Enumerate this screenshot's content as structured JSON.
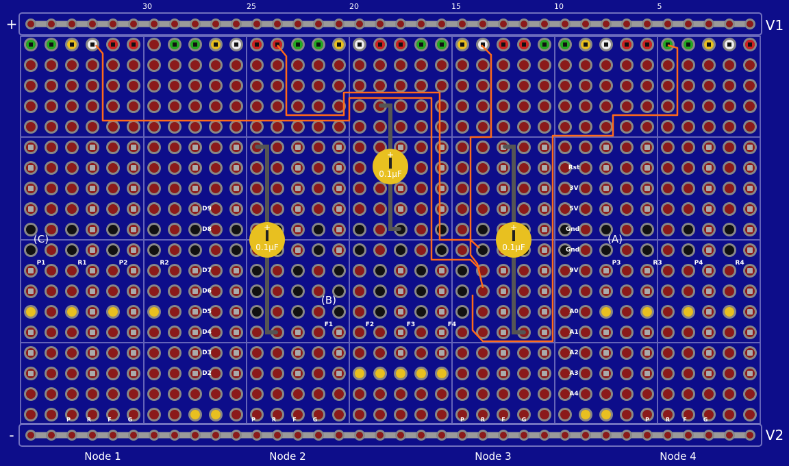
{
  "board": {
    "top_scale": [
      "30",
      "25",
      "20",
      "15",
      "10",
      "5"
    ],
    "rail_left_top": "+",
    "rail_left_bottom": "-",
    "rail_right_top": "V1",
    "rail_right_bottom": "V2",
    "node_labels": [
      "Node 1",
      "Node 2",
      "Node 3",
      "Node 4"
    ],
    "section_labels": [
      "(C)",
      "(B)",
      "(A)"
    ],
    "pin_labels_left": [
      "D9",
      "D8",
      "D7",
      "D6",
      "D5",
      "D4",
      "D3",
      "D2"
    ],
    "pin_labels_right": [
      "Rst",
      "3V",
      "5V",
      "Gnd",
      "Gnd",
      "9V",
      "A0",
      "A1",
      "A2",
      "A3",
      "A4"
    ],
    "pr_labels_c": [
      "P1",
      "R1",
      "P2",
      "R2"
    ],
    "pr_labels_a": [
      "P3",
      "R3",
      "P4",
      "R4"
    ],
    "f_labels": [
      "F1",
      "F2",
      "F3",
      "F4"
    ],
    "bottom_pin_letters": [
      "P",
      "R",
      "F",
      "G"
    ],
    "capacitor_label": "0.1µF",
    "capacitor_polarity": "+"
  },
  "colors": {
    "background": "#0d0d8a",
    "pad": "#8b1a1a",
    "pad_ring": "#888888",
    "trace": "#ff6a1a",
    "rail": "#9a9a9a",
    "jumper": "#555555",
    "capacitor": "#e8c020"
  }
}
